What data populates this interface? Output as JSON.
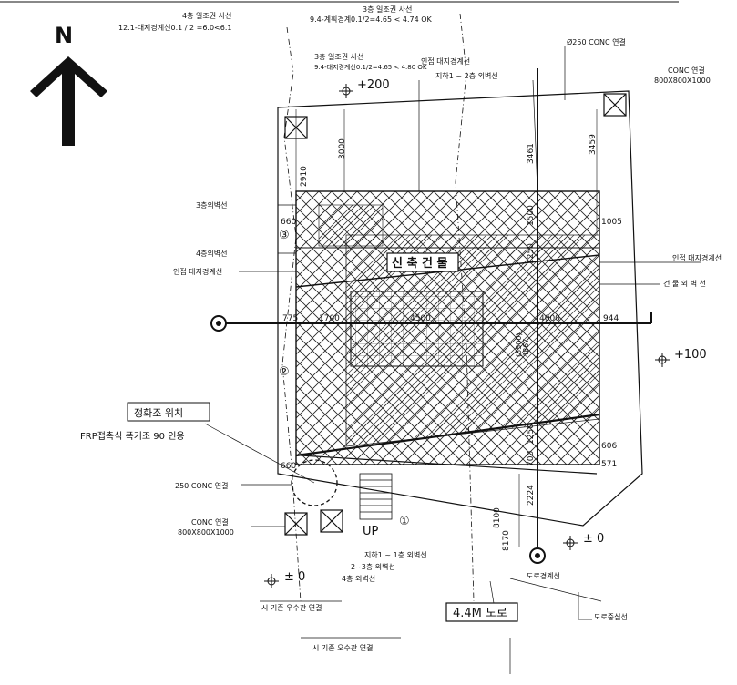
{
  "north": "N",
  "labels": {
    "l_4f_light": "4층 일조권 사선",
    "l_4f_calc": "12.1-대지경계선0.1 / 2 =6.0<6.1",
    "l_3f_light_top": "3층 일조권 사선",
    "l_3f_calc_top": "9.4-계획경계0.1/2=4.65 < 4.74 OK",
    "l_3f_light_mid": "3층 일조권 사선",
    "l_3f_calc_mid": "9.4-대지경계선0.1/2=4.65 < 4.80 OK",
    "l_plus200": "+200",
    "l_adj_boundary_top": "인접 대지경계선",
    "l_b1_2f": "지하1 ~ 2층 외벽선",
    "l_conc_pipe_top": "Ø250 CONC 연결",
    "l_conc_box_tr_1": "CONC 연결",
    "l_conc_box_tr_2": "800X800X1000",
    "l_3f_wall": "3층외벽선",
    "l_4f_wall": "4층외벽선",
    "l_adj_boundary_left": "인접 대지경계선",
    "l_building": "신 축 건 물",
    "l_adj_boundary_right": "인접 대지경계선",
    "l_bldg_wall_right": "건 물 외 벽 선",
    "l_plus100": "+100",
    "l_septic": "정화조  위치",
    "l_frp": "FRP접촉식 폭기조 90 인용",
    "l_conc_250": "250 CONC 연결",
    "l_conc_box_bl_1": "CONC 연결",
    "l_conc_box_bl_2": "800X800X1000",
    "l_up": "UP",
    "l_circ1": "①",
    "l_circ2": "②",
    "l_circ3": "③",
    "l_b1_1f": "지하1 ~ 1층 외벽선",
    "l_2_3f": "2~3층 외벽선",
    "l_4f_wall_b": "4층 외벽선",
    "l_zero_left": "± 0",
    "l_zero_right": "± 0",
    "l_city_rain": "시 기존 우수관 연결",
    "l_city_sewer": "시 기존 오수관 연결",
    "l_road_boundary": "도로경계선",
    "l_road_center": "도로중심선",
    "l_road_width": "4.4M 도로"
  },
  "dimensions": {
    "d_2910": "2910",
    "d_3000": "3000",
    "d_3461": "3461",
    "d_3459": "3459",
    "d_1500": "1500",
    "d_1250": "1250",
    "d_1005": "1005",
    "d_660_top": "660",
    "d_775": "775",
    "d_1700": "1700",
    "d_4500": "4500",
    "d_4000": "4000",
    "d_944": "944",
    "d_5500": "(5500)",
    "d_4867": "4867",
    "d_1250_b": "1250",
    "d_700": "700",
    "d_606": "606",
    "d_571": "571",
    "d_660_bot": "660",
    "d_8100": "8100",
    "d_2224": "2224",
    "d_8170": "8170"
  },
  "colors": {
    "line": "#111111",
    "paper": "#ffffff"
  },
  "icons": [
    "north-arrow-icon",
    "benchmark-icon",
    "manhole-icon",
    "section-marker-icon",
    "septic-circle-icon"
  ]
}
